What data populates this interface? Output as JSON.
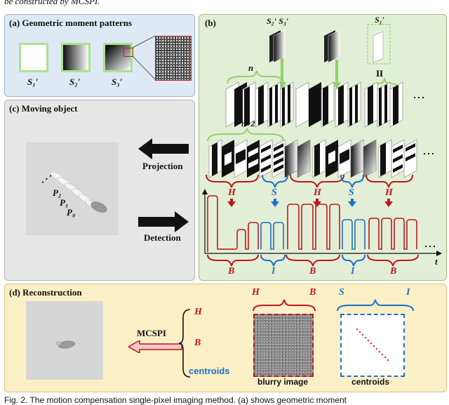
{
  "top_fragment": "be constructed by MCSPI.",
  "panel_a": {
    "title": "(a)  Geometric moment patterns",
    "labels": [
      "S₁′",
      "S₂′",
      "S₃′"
    ]
  },
  "panel_b": {
    "title": "(b)",
    "pattern_labels": {
      "s2s3": "S₂′ S₃′",
      "s1": "S₁′"
    },
    "equals_sign": "II",
    "n_label": "n",
    "n2_label": "n+2",
    "ellipsis": "⋯",
    "arrow_labels": [
      "H",
      "S",
      "H",
      "S",
      "H"
    ],
    "brace_labels": [
      "B",
      "I",
      "B",
      "I",
      "B"
    ],
    "t_label": "t",
    "colors": {
      "red": "#c0171c",
      "blue": "#1f6fc5",
      "green": "#8fd468"
    }
  },
  "panel_c": {
    "title": "(c)  Moving object",
    "projection": "Projection",
    "detection": "Detection",
    "positions": [
      "⋰",
      "P₂",
      "P₁",
      "P₀"
    ]
  },
  "panel_d": {
    "title": "(d)  Reconstruction",
    "mcspi": "MCSPI",
    "brace_items": [
      "H",
      "B",
      "centroids"
    ],
    "blurry_top_left": "H",
    "blurry_top_right": "B",
    "blurry_caption": "blurry image",
    "centroids_top_left": "S",
    "centroids_top_right": "I",
    "centroids_caption": "centroids"
  },
  "caption": "Fig. 2. The motion compensation single-pixel imaging method. (a) shows geometric moment"
}
